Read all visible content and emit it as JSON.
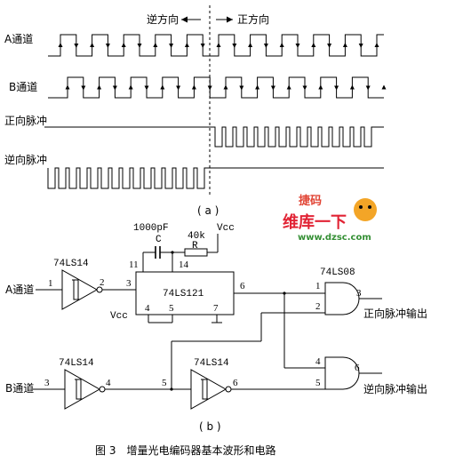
{
  "waveform": {
    "reverse_direction": "逆方向",
    "forward_direction": "正方向",
    "channel_a": "A通道",
    "channel_b": "B通道",
    "forward_pulse": "正向脉冲",
    "reverse_pulse": "逆向脉冲",
    "caption": "( a )"
  },
  "circuit": {
    "capacitor_value": "1000pF",
    "capacitor_name": "C",
    "resistor_value": "40k",
    "resistor_name": "R",
    "vcc_top": "Vcc",
    "vcc_left": "Vcc",
    "inverter_label_1": "74LS14",
    "inverter_label_2": "74LS14",
    "inverter_label_3": "74LS14",
    "monostable_label": "74LS121",
    "and_gate_label": "74LS08",
    "input_a": "A通道",
    "input_b": "B通道",
    "output_forward": "正向脉冲输出",
    "output_reverse": "逆向脉冲输出",
    "pins": {
      "p1": "1",
      "p2": "2",
      "p3": "3",
      "p4": "4",
      "p5": "5",
      "p6": "6",
      "p7": "7",
      "p11": "11",
      "p14": "14",
      "g1": "1",
      "g2": "2",
      "g3": "3",
      "g4": "4",
      "g5": "5",
      "g6": "6",
      "b3": "3",
      "b4": "4",
      "b5": "5",
      "b6": "6"
    },
    "caption": "( b )"
  },
  "figure_caption": "图 3　增量光电编码器基本波形和电路",
  "watermark": {
    "brand": "维库一下",
    "url": "www.dzsc.com",
    "tag": "捷码"
  }
}
